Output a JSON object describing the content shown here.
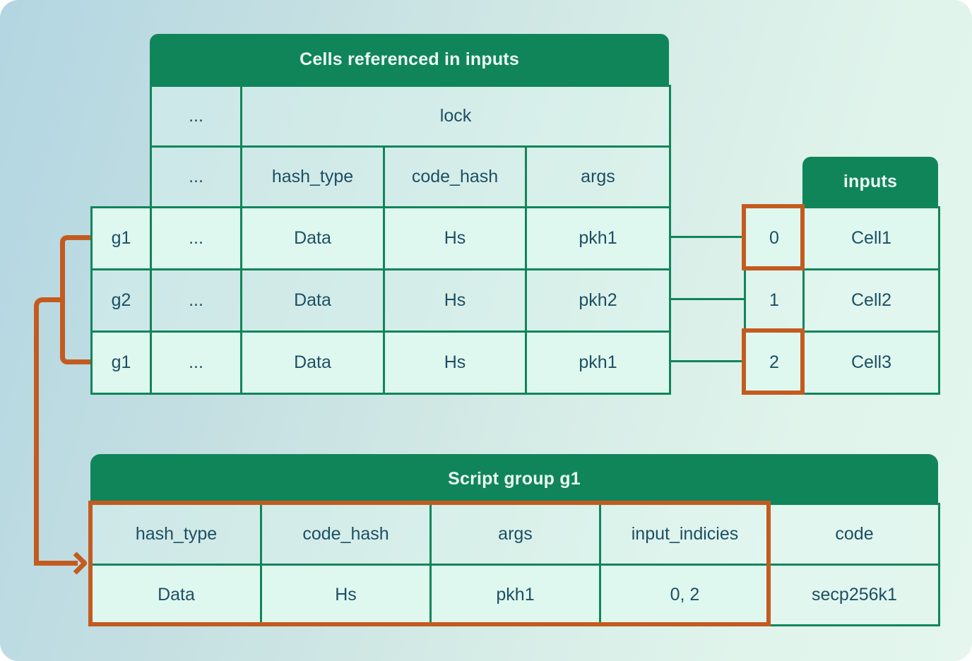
{
  "main_table": {
    "title": "Cells referenced in inputs",
    "row_lock": {
      "dots": "...",
      "lock": "lock"
    },
    "row_sub": {
      "dots": "...",
      "hash_type": "hash_type",
      "code_hash": "code_hash",
      "args": "args"
    },
    "rows": [
      {
        "g": "g1",
        "dots": "...",
        "hash_type": "Data",
        "code_hash": "Hs",
        "args": "pkh1"
      },
      {
        "g": "g2",
        "dots": "...",
        "hash_type": "Data",
        "code_hash": "Hs",
        "args": "pkh2"
      },
      {
        "g": "g1",
        "dots": "...",
        "hash_type": "Data",
        "code_hash": "Hs",
        "args": "pkh1"
      }
    ]
  },
  "inputs_table": {
    "title": "inputs",
    "rows": [
      {
        "index": "0",
        "cell": "Cell1"
      },
      {
        "index": "1",
        "cell": "Cell2"
      },
      {
        "index": "2",
        "cell": "Cell3"
      }
    ]
  },
  "script_group_table": {
    "title": "Script group g1",
    "headers": [
      "hash_type",
      "code_hash",
      "args",
      "input_indicies",
      "code"
    ],
    "values": [
      "Data",
      "Hs",
      "pkh1",
      "0, 2",
      "secp256k1"
    ]
  },
  "colors": {
    "header_green": "#10855a",
    "highlight_orange": "#c35b20",
    "bright_cell": "#dff8ef",
    "text": "#1d4f63"
  }
}
